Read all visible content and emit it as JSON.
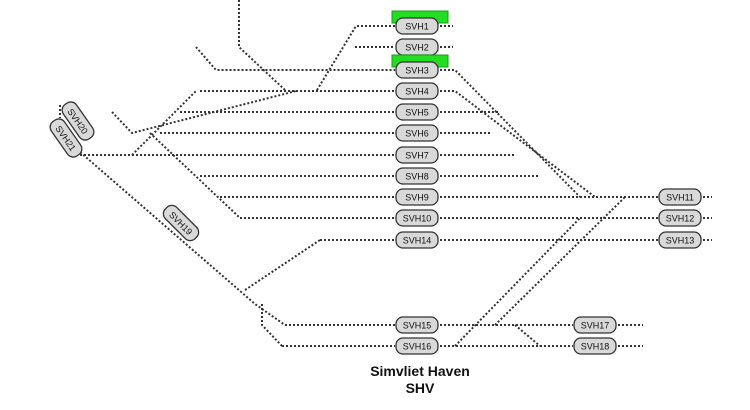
{
  "station": {
    "name": "Simvliet Haven",
    "code": "SHV"
  },
  "colors": {
    "occupied": "#22dd22",
    "track": "#333333",
    "signal_fill": "#d9d9d9"
  },
  "signals": [
    {
      "id": "SVH1",
      "occupied": true
    },
    {
      "id": "SVH2",
      "occupied": false
    },
    {
      "id": "SVH3",
      "occupied": true
    },
    {
      "id": "SVH4",
      "occupied": false
    },
    {
      "id": "SVH5",
      "occupied": false
    },
    {
      "id": "SVH6",
      "occupied": false
    },
    {
      "id": "SVH7",
      "occupied": false
    },
    {
      "id": "SVH8",
      "occupied": false
    },
    {
      "id": "SVH9",
      "occupied": false
    },
    {
      "id": "SVH10",
      "occupied": false
    },
    {
      "id": "SVH14",
      "occupied": false
    },
    {
      "id": "SVH15",
      "occupied": false
    },
    {
      "id": "SVH16",
      "occupied": false
    },
    {
      "id": "SVH11",
      "occupied": false
    },
    {
      "id": "SVH12",
      "occupied": false
    },
    {
      "id": "SVH13",
      "occupied": false
    },
    {
      "id": "SVH17",
      "occupied": false
    },
    {
      "id": "SVH18",
      "occupied": false
    },
    {
      "id": "SVH19",
      "occupied": false
    },
    {
      "id": "SVH20",
      "occupied": false
    },
    {
      "id": "SVH21",
      "occupied": false
    }
  ]
}
